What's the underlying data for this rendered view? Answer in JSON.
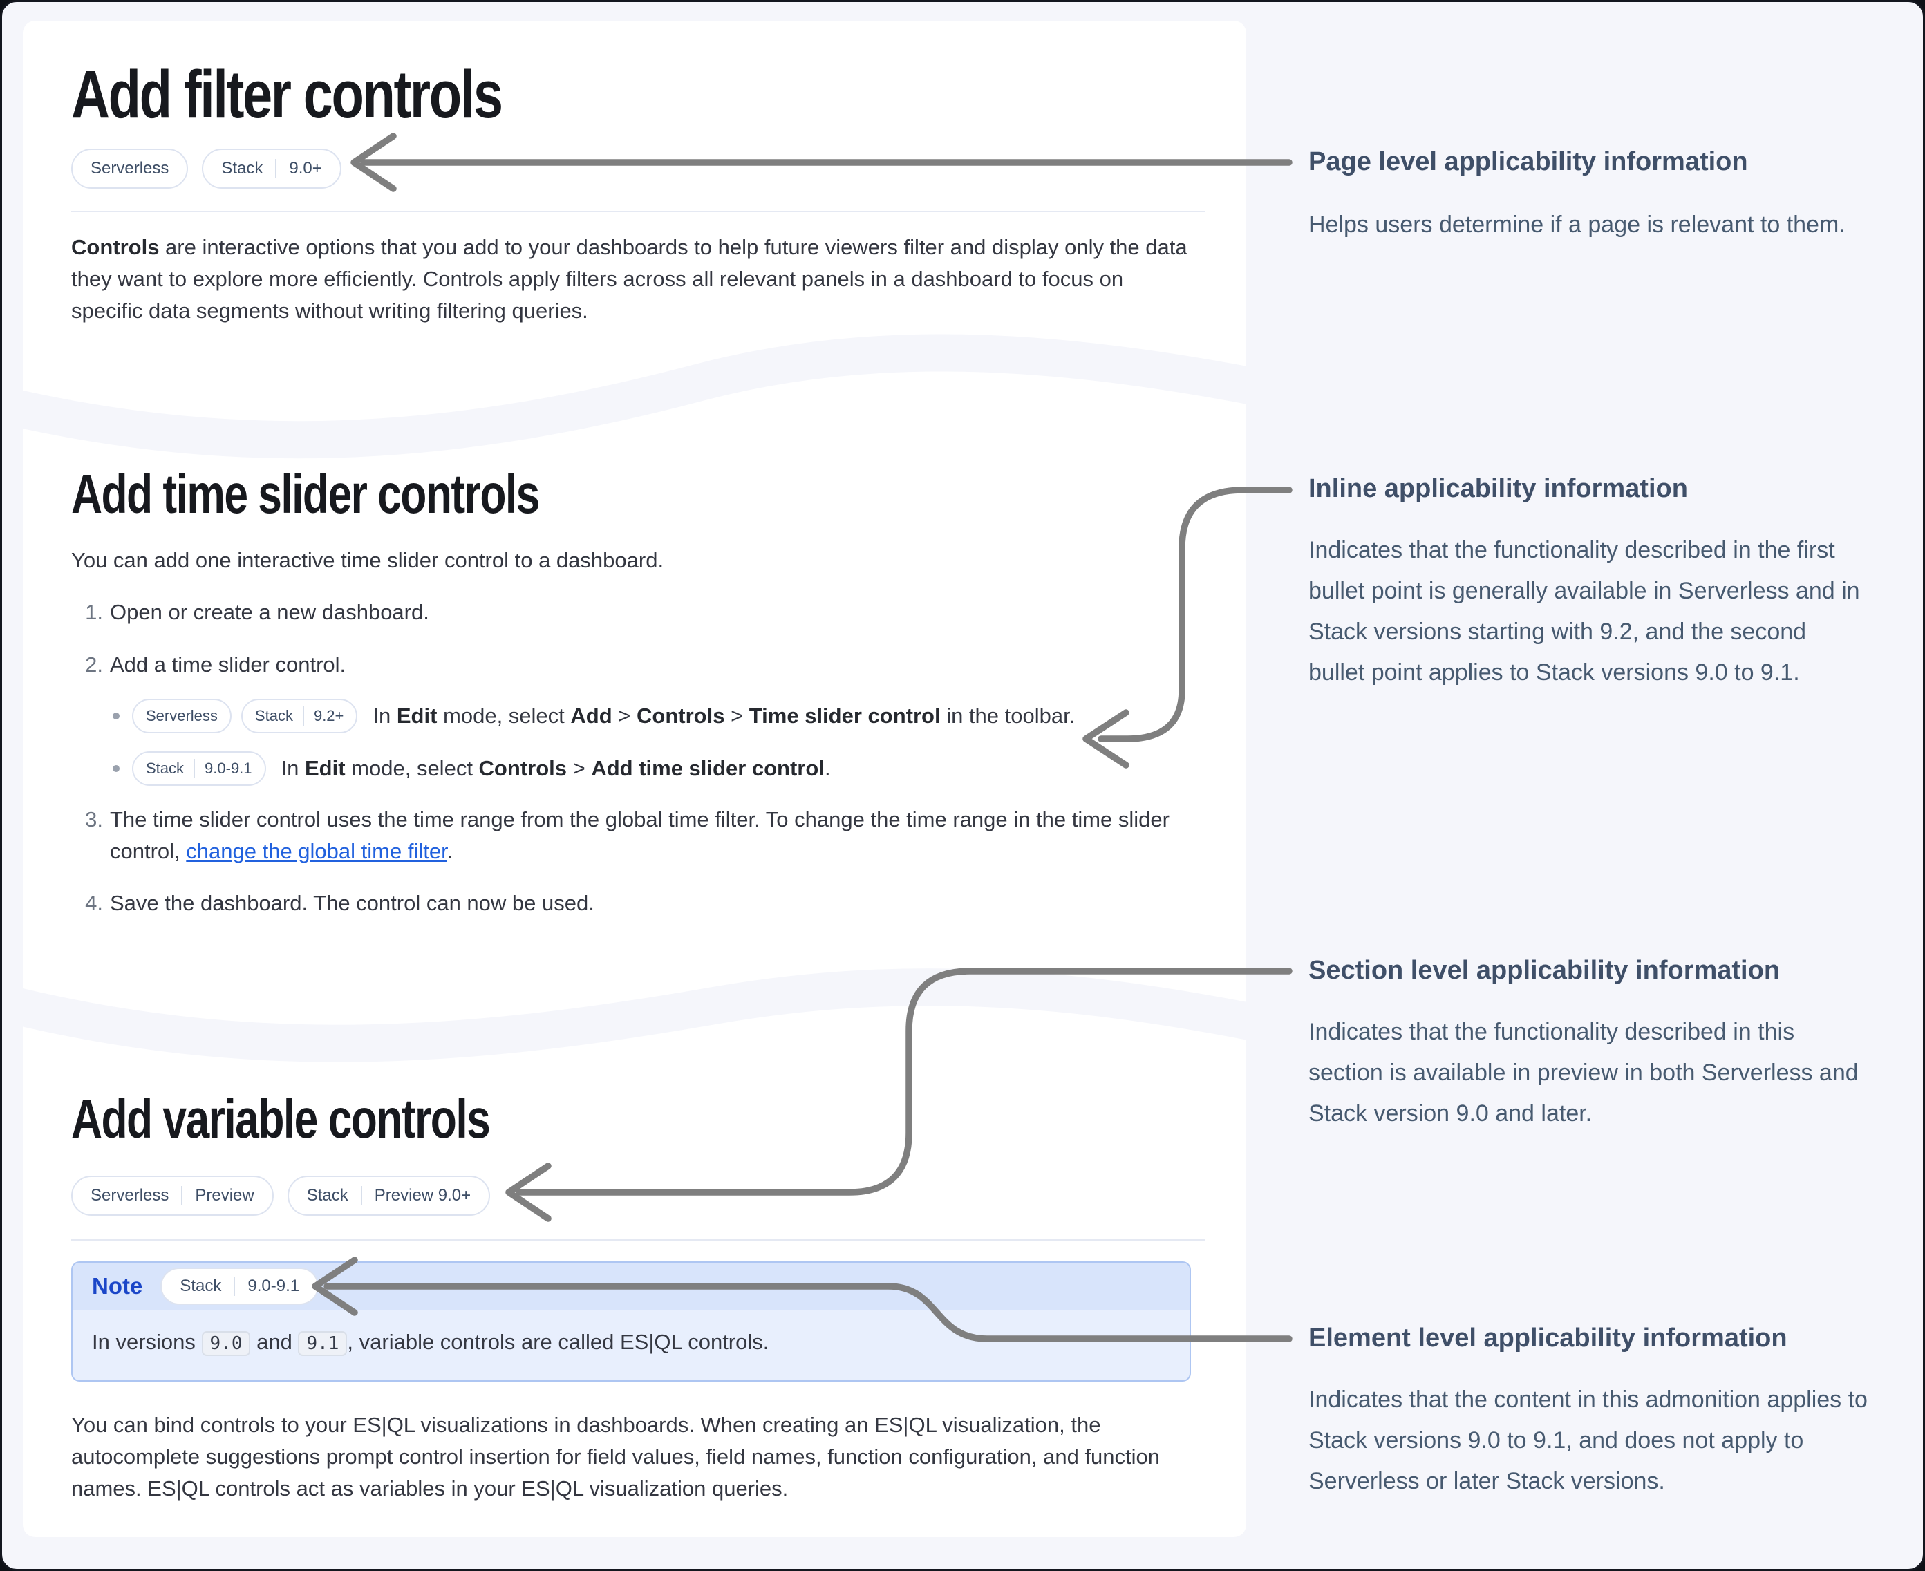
{
  "card1": {
    "title": "Add filter controls",
    "badge_serverless": "Serverless",
    "badge_stack_product": "Stack",
    "badge_stack_version": "9.0+",
    "intro_bold": "Controls",
    "intro_rest": " are interactive options that you add to your dashboards to help future viewers filter and display only the data they want to explore more efficiently. Controls apply filters across all relevant panels in a dashboard to focus on specific data segments without writing filtering queries."
  },
  "card2": {
    "heading": "Add time slider controls",
    "intro": "You can add one interactive time slider control to a dashboard.",
    "step1_num": "1.",
    "step1": "Open or create a new dashboard.",
    "step2_num": "2.",
    "step2": "Add a time slider control.",
    "bullet1": {
      "badge1": "Serverless",
      "badge2_product": "Stack",
      "badge2_version": "9.2+",
      "t1": "In ",
      "b1": "Edit",
      "t2": " mode, select ",
      "b2": "Add",
      "t3": " > ",
      "b3": "Controls",
      "t4": " > ",
      "b4": "Time slider control",
      "t5": " in the toolbar."
    },
    "bullet2": {
      "badge1_product": "Stack",
      "badge1_version": "9.0-9.1",
      "t1": "In ",
      "b1": "Edit",
      "t2": " mode, select ",
      "b2": "Controls",
      "t3": " > ",
      "b4": "Add time slider control",
      "t5": "."
    },
    "step3_num": "3.",
    "step3_t1": "The time slider control uses the time range from the global time filter. To change the time range in the time slider control, ",
    "step3_link": "change the global time filter",
    "step3_t2": ".",
    "step4_num": "4.",
    "step4": "Save the dashboard. The control can now be used."
  },
  "card3": {
    "heading": "Add variable controls",
    "badge1_product": "Serverless",
    "badge1_tag": "Preview",
    "badge2_product": "Stack",
    "badge2_tag": "Preview 9.0+",
    "note": {
      "label": "Note",
      "badge_product": "Stack",
      "badge_version": "9.0-9.1",
      "t1": "In versions ",
      "code1": "9.0",
      "t2": " and ",
      "code2": "9.1",
      "t3": ", variable controls are called ES|QL controls."
    },
    "outro": "You can bind controls to your ES|QL visualizations in dashboards. When creating an ES|QL visualization, the autocomplete suggestions prompt control insertion for field values, field names, function configuration, and function names. ES|QL controls act as variables in your ES|QL visualization queries."
  },
  "annotations": [
    {
      "heading": "Page level applicability information",
      "body": "Helps users determine if a page is relevant to them."
    },
    {
      "heading": "Inline applicability information",
      "body": "Indicates that the functionality described in the first bullet point is generally available in Serverless and in Stack versions starting with 9.2, and the second bullet point applies to Stack versions 9.0 to 9.1."
    },
    {
      "heading": "Section level applicability information",
      "body": "Indicates that the functionality described in this section is available in preview in both Serverless and Stack version 9.0 and later."
    },
    {
      "heading": "Element level applicability information",
      "body": "Indicates that the content in this admonition applies to Stack versions 9.0 to 9.1, and does not apply to Serverless or later Stack versions."
    }
  ],
  "colors": {
    "page_background": "#f5f6fb",
    "card_background": "#ffffff",
    "arrow_gray": "#7f7f7f",
    "annotation_text": "#475a70",
    "note_header": "#d8e4fb",
    "note_body": "#e8effd",
    "note_label_blue": "#1b46c8",
    "link_blue": "#2161de",
    "badge_border": "#dde3f0"
  }
}
